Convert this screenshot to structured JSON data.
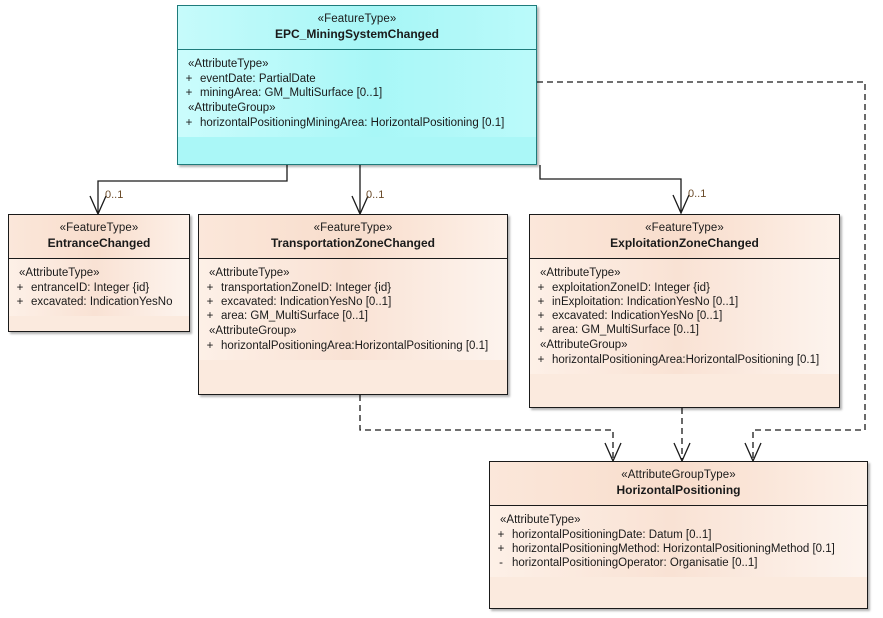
{
  "diagram": {
    "title": "EPC_MiningSystemChanged UML class diagram",
    "colors": {
      "root_fill": "#aaf7f7",
      "root_border": "#1e7b7b",
      "class_fill": "#fbeade",
      "class_border": "#1a1a1a",
      "multiplicity_text": "#6a4a28",
      "background": "#ffffff"
    }
  },
  "classes": {
    "root": {
      "stereotype": "«FeatureType»",
      "name": "EPC_MiningSystemChanged",
      "sections": [
        {
          "label": "«AttributeType»",
          "attributes": [
            {
              "visibility": "+",
              "text": "eventDate: PartialDate"
            },
            {
              "visibility": "+",
              "text": "miningArea: GM_MultiSurface [0..1]"
            }
          ]
        },
        {
          "label": "«AttributeGroup»",
          "attributes": [
            {
              "visibility": "+",
              "text": "horizontalPositioningMiningArea: HorizontalPositioning [0.1]"
            }
          ]
        }
      ]
    },
    "entrance": {
      "stereotype": "«FeatureType»",
      "name": "EntranceChanged",
      "sections": [
        {
          "label": "«AttributeType»",
          "attributes": [
            {
              "visibility": "+",
              "text": "entranceID: Integer {id}"
            },
            {
              "visibility": "+",
              "text": "excavated: IndicationYesNo"
            }
          ]
        }
      ]
    },
    "transportation": {
      "stereotype": "«FeatureType»",
      "name": "TransportationZoneChanged",
      "sections": [
        {
          "label": "«AttributeType»",
          "attributes": [
            {
              "visibility": "+",
              "text": "transportationZoneID: Integer {id}"
            },
            {
              "visibility": "+",
              "text": "excavated: IndicationYesNo [0..1]"
            },
            {
              "visibility": "+",
              "text": "area: GM_MultiSurface [0..1]"
            }
          ]
        },
        {
          "label": "«AttributeGroup»",
          "attributes": [
            {
              "visibility": "+",
              "text": "horizontalPositioningArea:HorizontalPositioning [0.1]"
            }
          ]
        }
      ]
    },
    "exploitation": {
      "stereotype": "«FeatureType»",
      "name": "ExploitationZoneChanged",
      "sections": [
        {
          "label": "«AttributeType»",
          "attributes": [
            {
              "visibility": "+",
              "text": "exploitationZoneID: Integer {id}"
            },
            {
              "visibility": "+",
              "text": "inExploitation: IndicationYesNo [0..1]"
            },
            {
              "visibility": "+",
              "text": "excavated: IndicationYesNo [0..1]"
            },
            {
              "visibility": "+",
              "text": "area: GM_MultiSurface [0..1]"
            }
          ]
        },
        {
          "label": "«AttributeGroup»",
          "attributes": [
            {
              "visibility": "+",
              "text": "horizontalPositioningArea:HorizontalPositioning [0.1]"
            }
          ]
        }
      ]
    },
    "horizontalPositioning": {
      "stereotype": "«AttributeGroupType»",
      "name": "HorizontalPositioning",
      "sections": [
        {
          "label": "«AttributeType»",
          "attributes": [
            {
              "visibility": "+",
              "text": "horizontalPositioningDate: Datum [0..1]"
            },
            {
              "visibility": "+",
              "text": "horizontalPositioningMethod: HorizontalPositioningMethod [0.1]"
            },
            {
              "visibility": "-",
              "text": "horizontalPositioningOperator: Organisatie [0..1]"
            }
          ]
        }
      ]
    }
  },
  "connectors": {
    "associations": [
      {
        "from": "root",
        "to": "entrance",
        "multiplicity": "0..1"
      },
      {
        "from": "root",
        "to": "transportation",
        "multiplicity": "0..1"
      },
      {
        "from": "root",
        "to": "exploitation",
        "multiplicity": "0..1"
      }
    ],
    "dependencies": [
      {
        "from": "root",
        "to": "horizontalPositioning"
      },
      {
        "from": "transportation",
        "to": "horizontalPositioning"
      },
      {
        "from": "exploitation",
        "to": "horizontalPositioning"
      }
    ]
  }
}
